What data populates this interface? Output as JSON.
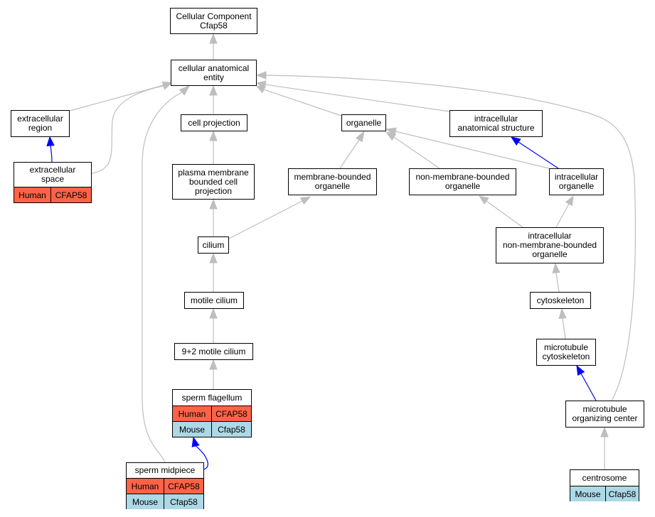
{
  "colors": {
    "edge_default": "#bebebe",
    "edge_highlight": "#0000ff",
    "human_row": "#ff6347",
    "mouse_row": "#add8e6"
  },
  "nodes": {
    "root": {
      "label": "Cellular Component\nCfap58"
    },
    "cae": {
      "label": "cellular anatomical\nentity"
    },
    "extracellular_region": {
      "label": "extracellular\nregion"
    },
    "cell_projection": {
      "label": "cell projection"
    },
    "organelle": {
      "label": "organelle"
    },
    "intracellular_anatomical_structure": {
      "label": "intracellular\nanatomical structure"
    },
    "extracellular_space": {
      "label": "extracellular\nspace",
      "annotations": [
        {
          "species": "Human",
          "gene": "CFAP58"
        }
      ]
    },
    "pm_bounded_cell_projection": {
      "label": "plasma membrane\nbounded cell\nprojection"
    },
    "membrane_bounded_organelle": {
      "label": "membrane-bounded\norganelle"
    },
    "non_membrane_bounded_organelle": {
      "label": "non-membrane-bounded\norganelle"
    },
    "intracellular_organelle": {
      "label": "intracellular\norganelle"
    },
    "cilium": {
      "label": "cilium"
    },
    "intracellular_nmbo": {
      "label": "intracellular\nnon-membrane-bounded\norganelle"
    },
    "motile_cilium": {
      "label": "motile cilium"
    },
    "cytoskeleton": {
      "label": "cytoskeleton"
    },
    "motile_cilium_9_2": {
      "label": "9+2 motile cilium"
    },
    "microtubule_cytoskeleton": {
      "label": "microtubule\ncytoskeleton"
    },
    "sperm_flagellum": {
      "label": "sperm flagellum",
      "annotations": [
        {
          "species": "Human",
          "gene": "CFAP58"
        },
        {
          "species": "Mouse",
          "gene": "Cfap58"
        }
      ]
    },
    "mtoc": {
      "label": "microtubule\norganizing center"
    },
    "sperm_midpiece": {
      "label": "sperm midpiece",
      "annotations": [
        {
          "species": "Human",
          "gene": "CFAP58"
        },
        {
          "species": "Mouse",
          "gene": "Cfap58"
        }
      ]
    },
    "centrosome": {
      "label": "centrosome",
      "annotations": [
        {
          "species": "Mouse",
          "gene": "Cfap58"
        }
      ]
    }
  },
  "edges": [
    {
      "from": "cae",
      "to": "root",
      "highlight": false
    },
    {
      "from": "extracellular_region",
      "to": "cae",
      "highlight": false
    },
    {
      "from": "cell_projection",
      "to": "cae",
      "highlight": false
    },
    {
      "from": "organelle",
      "to": "cae",
      "highlight": false
    },
    {
      "from": "intracellular_anatomical_structure",
      "to": "cae",
      "highlight": false
    },
    {
      "from": "extracellular_space",
      "to": "extracellular_region",
      "highlight": true
    },
    {
      "from": "extracellular_space",
      "to": "cae",
      "highlight": false
    },
    {
      "from": "pm_bounded_cell_projection",
      "to": "cell_projection",
      "highlight": false
    },
    {
      "from": "membrane_bounded_organelle",
      "to": "organelle",
      "highlight": false
    },
    {
      "from": "non_membrane_bounded_organelle",
      "to": "organelle",
      "highlight": false
    },
    {
      "from": "intracellular_organelle",
      "to": "organelle",
      "highlight": false
    },
    {
      "from": "intracellular_organelle",
      "to": "intracellular_anatomical_structure",
      "highlight": true
    },
    {
      "from": "cilium",
      "to": "pm_bounded_cell_projection",
      "highlight": false
    },
    {
      "from": "cilium",
      "to": "membrane_bounded_organelle",
      "highlight": false
    },
    {
      "from": "intracellular_nmbo",
      "to": "non_membrane_bounded_organelle",
      "highlight": false
    },
    {
      "from": "intracellular_nmbo",
      "to": "intracellular_organelle",
      "highlight": false
    },
    {
      "from": "motile_cilium",
      "to": "cilium",
      "highlight": false
    },
    {
      "from": "cytoskeleton",
      "to": "intracellular_nmbo",
      "highlight": false
    },
    {
      "from": "motile_cilium_9_2",
      "to": "motile_cilium",
      "highlight": false
    },
    {
      "from": "microtubule_cytoskeleton",
      "to": "cytoskeleton",
      "highlight": false
    },
    {
      "from": "sperm_flagellum",
      "to": "motile_cilium_9_2",
      "highlight": false
    },
    {
      "from": "mtoc",
      "to": "microtubule_cytoskeleton",
      "highlight": true
    },
    {
      "from": "mtoc",
      "to": "cae",
      "highlight": false
    },
    {
      "from": "sperm_midpiece",
      "to": "sperm_flagellum",
      "highlight": true
    },
    {
      "from": "sperm_midpiece",
      "to": "cae",
      "highlight": false
    },
    {
      "from": "centrosome",
      "to": "mtoc",
      "highlight": false
    }
  ]
}
